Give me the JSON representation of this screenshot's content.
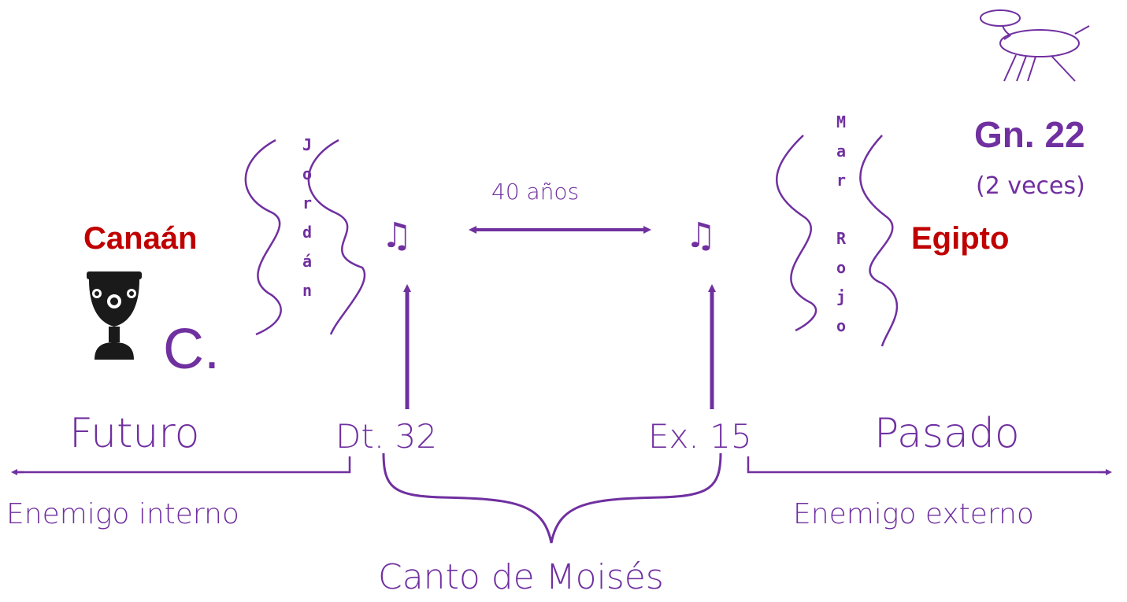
{
  "colors": {
    "purple": "#7030a0",
    "red": "#c00000",
    "black": "#000000",
    "dark": "#1a1a1a"
  },
  "labels": {
    "jordan_letters": [
      "J",
      "o",
      "r",
      "d",
      "á",
      "n"
    ],
    "mar_rojo_letters": [
      "M",
      "a",
      "r",
      "",
      "R",
      "o",
      "j",
      "o"
    ],
    "canaan": "Canaán",
    "egipto": "Egipto",
    "c_mark": "C.",
    "forty_years": "40 años",
    "note_glyph": "♫",
    "gn22": "Gn. 22",
    "gn22_note": "(2 veces)",
    "futuro": "Futuro",
    "pasado": "Pasado",
    "dt32": "Dt. 32",
    "ex15": "Ex. 15",
    "enemigo_interno": "Enemigo interno",
    "enemigo_externo": "Enemigo externo",
    "canto": "Canto de Moisés"
  },
  "icons": {
    "cup": "chalice-icon",
    "ram": "ram-icon"
  }
}
